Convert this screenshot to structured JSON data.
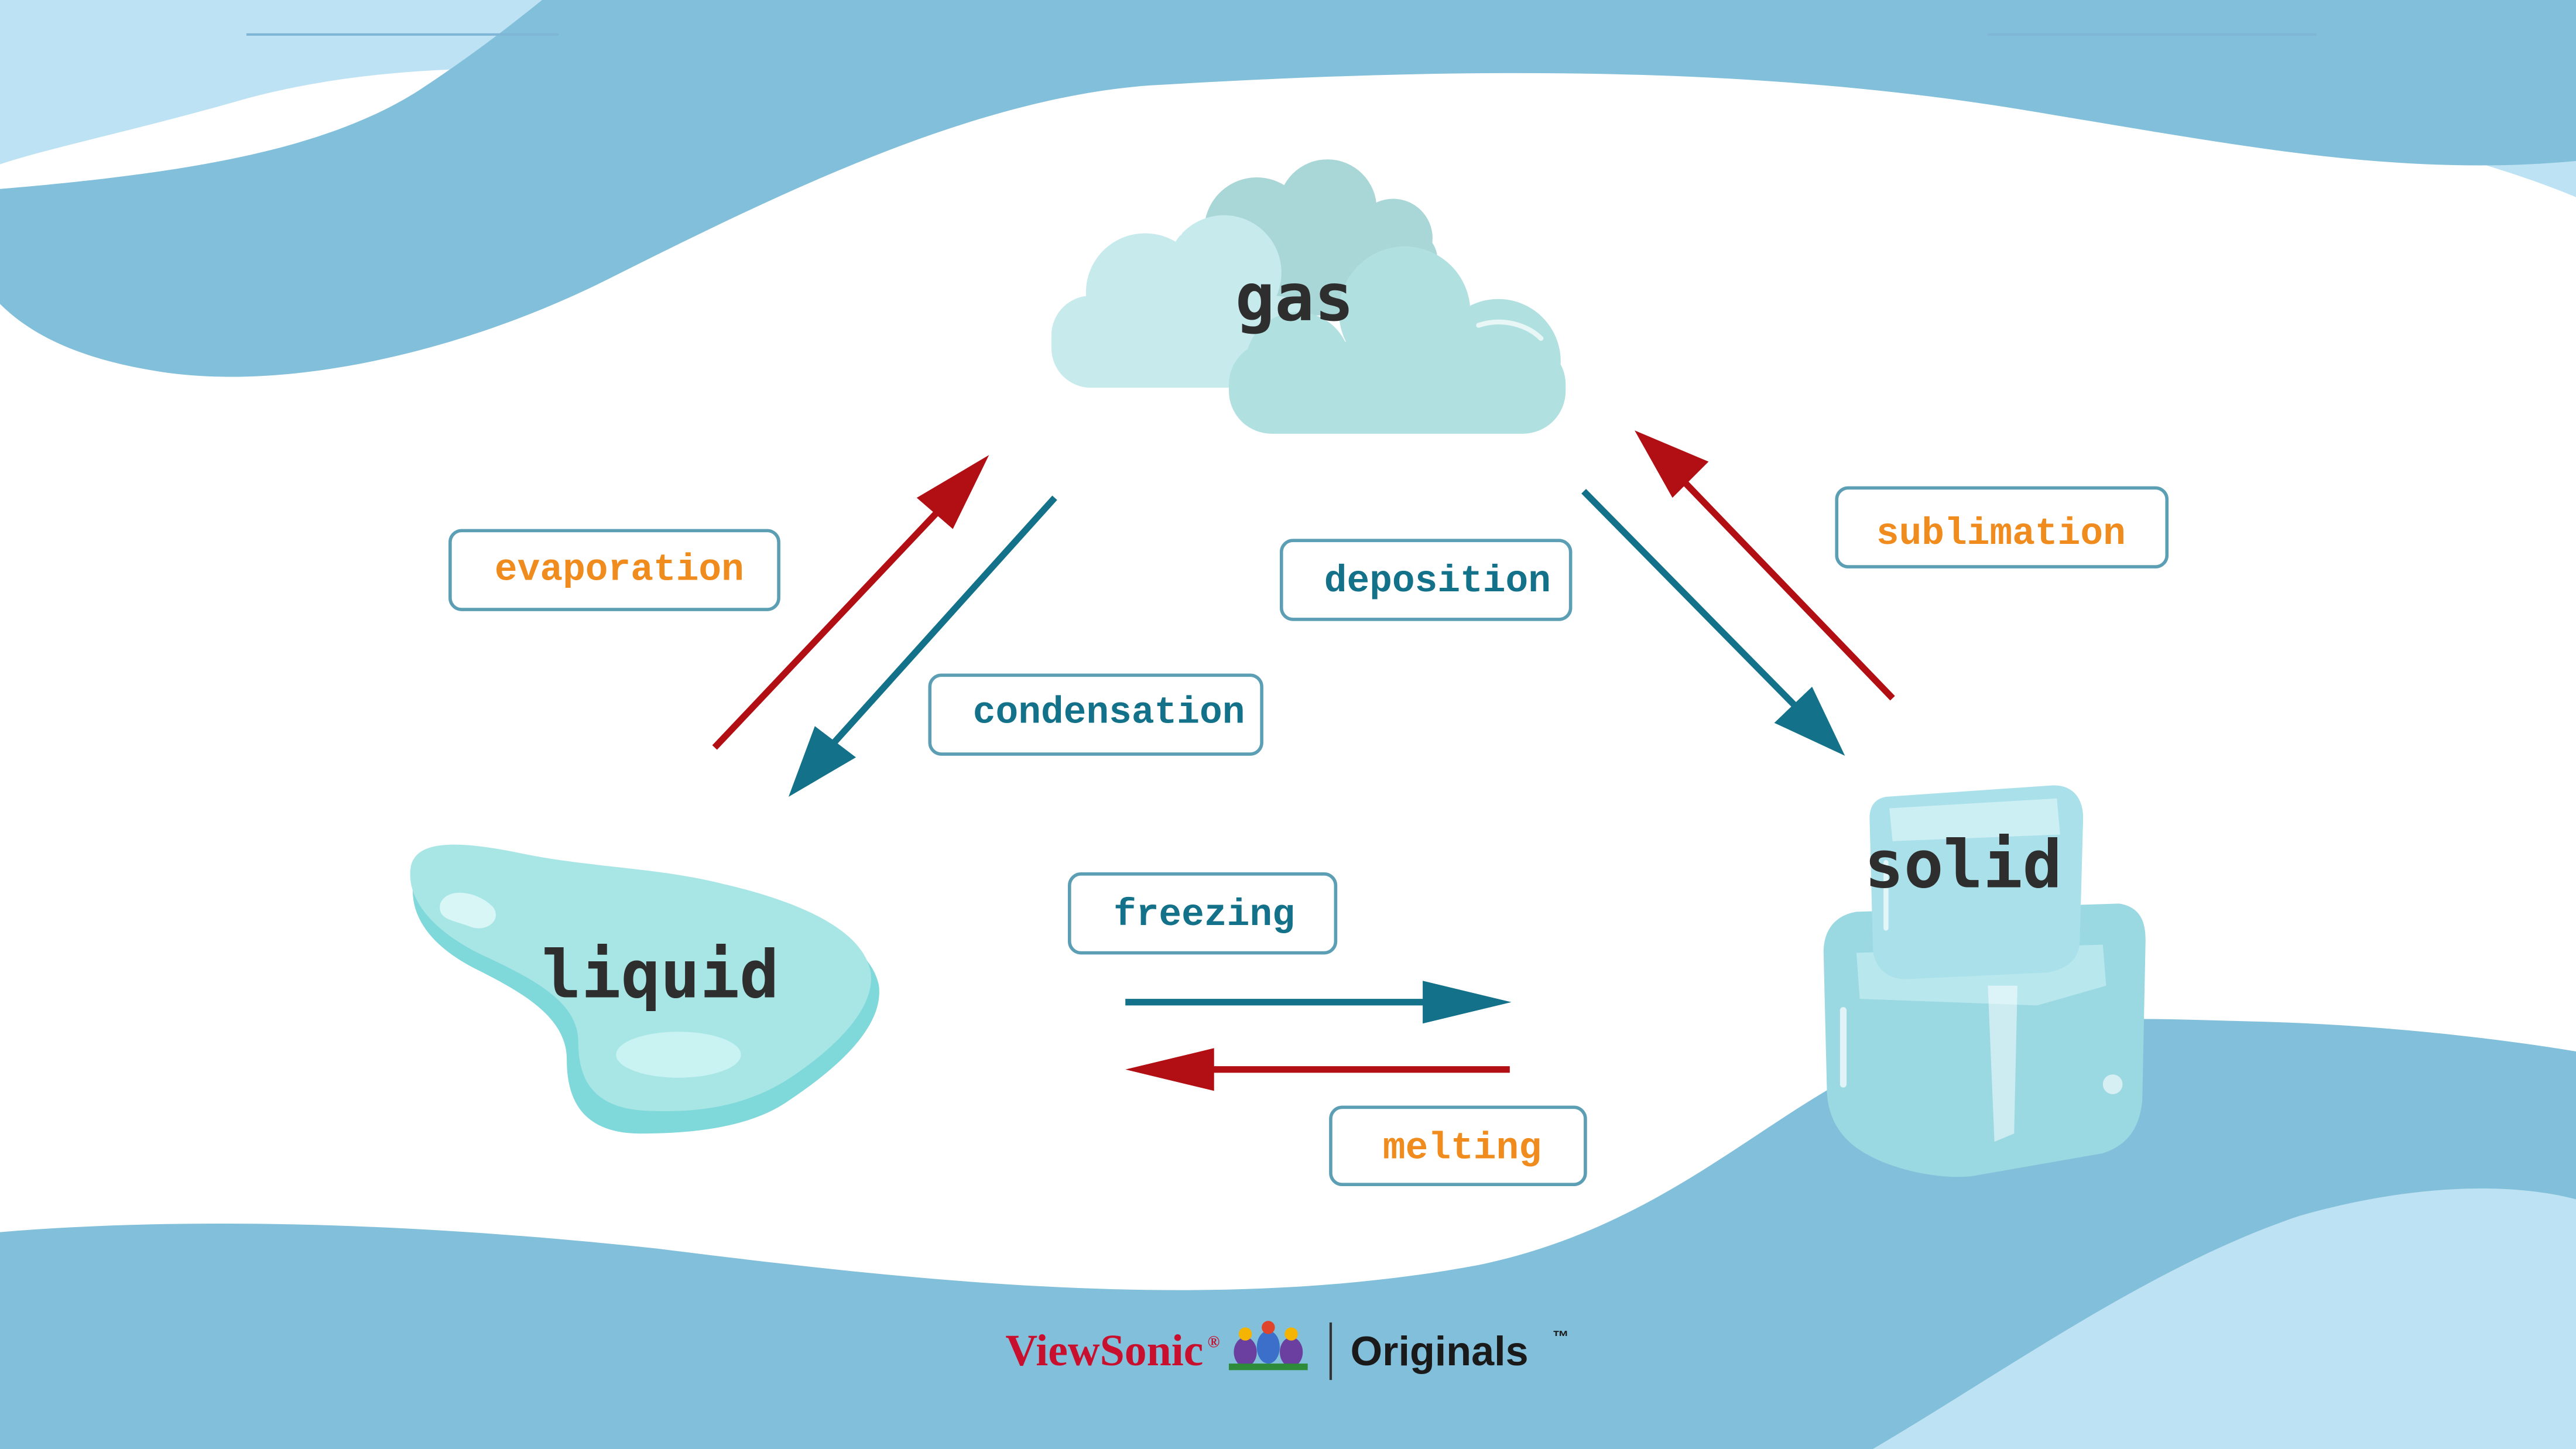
{
  "states": {
    "gas": "gas",
    "liquid": "liquid",
    "solid": "solid"
  },
  "processes": {
    "evaporation": "evaporation",
    "condensation": "condensation",
    "deposition": "deposition",
    "sublimation": "sublimation",
    "freezing": "freezing",
    "melting": "melting"
  },
  "branding": {
    "brand": "ViewSonic",
    "registered_mark": "®",
    "product": "Originals",
    "trademark": "™"
  },
  "colors": {
    "wave_dark": "#82bfda",
    "wave_light": "#bde2f3",
    "heating_arrow": "#b20f14",
    "cooling_arrow": "#13718a",
    "heating_text": "#f08c1e",
    "cooling_text": "#13718a",
    "label_border": "#5c9fb5"
  },
  "icons": {
    "gas": "cloud-icon",
    "liquid": "water-puddle-icon",
    "solid": "ice-cubes-icon",
    "logo": "viewsonic-birds-logo"
  }
}
